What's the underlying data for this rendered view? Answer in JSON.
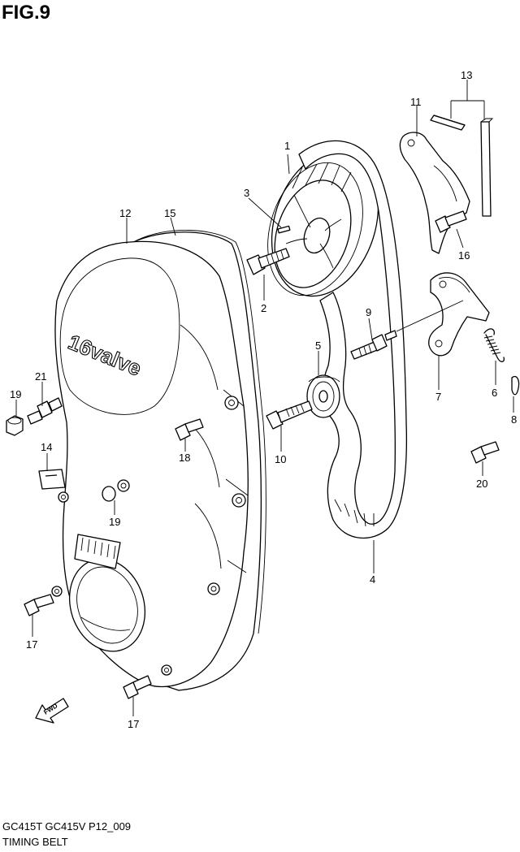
{
  "figure": {
    "title": "FIG.9",
    "model_code": "GC415T GC415V P12_009",
    "name": "TIMING BELT",
    "cover_logo": "16valve",
    "fwd_label": "FWD"
  },
  "callouts": [
    "1",
    "2",
    "3",
    "4",
    "5",
    "6",
    "7",
    "8",
    "9",
    "10",
    "11",
    "12",
    "13",
    "14",
    "15",
    "16",
    "17",
    "17",
    "18",
    "19",
    "19",
    "20",
    "21"
  ]
}
